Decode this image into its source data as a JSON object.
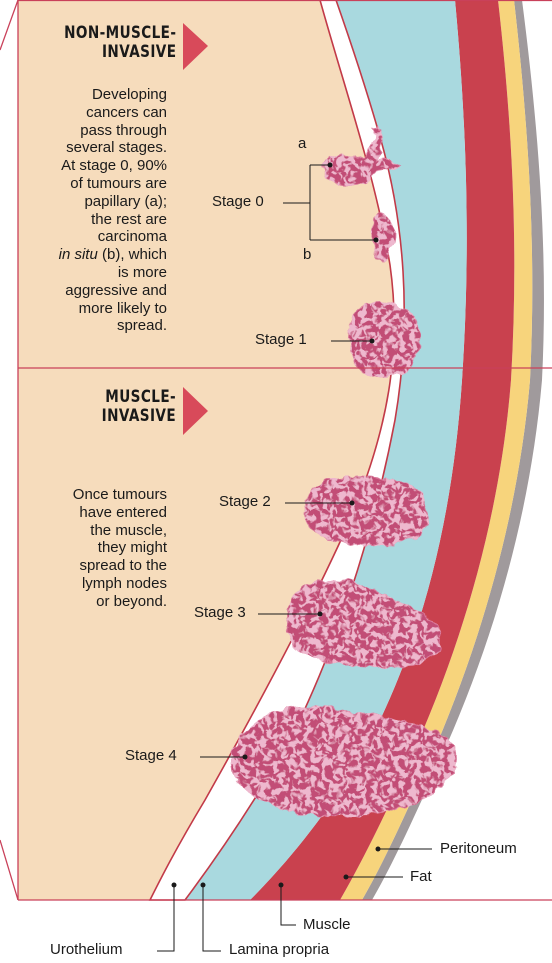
{
  "sections": [
    {
      "heading_lines": [
        "NON-MUSCLE-",
        "INVASIVE"
      ],
      "paragraph_lines": [
        "Developing",
        "cancers can",
        "pass through",
        "several stages.",
        "At stage 0, 90%",
        "of tumours are",
        "papillary (a);",
        "the rest are",
        "carcinoma",
        "in situ (b), which",
        "is more",
        "aggressive and",
        "more likely to",
        "spread."
      ],
      "italic_fragment": "in situ"
    },
    {
      "heading_lines": [
        "MUSCLE-",
        "INVASIVE"
      ],
      "paragraph_lines": [
        "Once tumours",
        "have entered",
        "the muscle,",
        "they might",
        "spread to the",
        "lymph nodes",
        "or beyond."
      ]
    }
  ],
  "stages": {
    "stage0": "Stage 0",
    "stage0_a": "a",
    "stage0_b": "b",
    "stage1": "Stage 1",
    "stage2": "Stage 2",
    "stage3": "Stage 3",
    "stage4": "Stage 4"
  },
  "layers": {
    "urothelium": "Urothelium",
    "lamina_propria": "Lamina propria",
    "muscle": "Muscle",
    "fat": "Fat",
    "peritoneum": "Peritoneum"
  },
  "colors": {
    "bladder_interior": "#f6dcbc",
    "urothelium": "#ffffff",
    "urothelium_edge": "#c23a48",
    "lamina_propria": "#a9d9df",
    "muscle": "#c9414e",
    "fat": "#f7d47c",
    "peritoneum": "#a09a9c",
    "tumour": "#c24d76",
    "tumour_light": "#d9799a",
    "accent_arrow": "#d84a5a",
    "frame": "#c9415a"
  }
}
